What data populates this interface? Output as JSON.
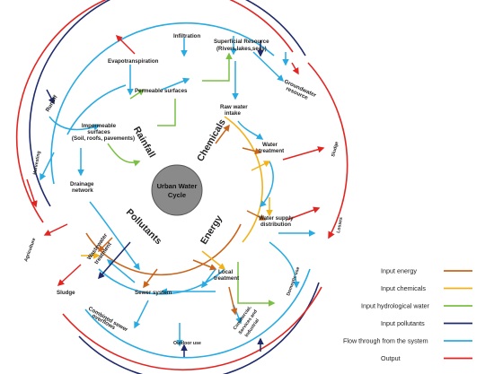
{
  "center": {
    "line1": "Urban Water",
    "line2": "Cycle"
  },
  "sectors": {
    "rainfall": "Rainfall",
    "chemicals": "Chemicals",
    "energy": "Energy",
    "pollutants": "Pollutants"
  },
  "nodes": {
    "infiltration": "Infiltration",
    "superficial_1": "Superficial Resource",
    "superficial_2": "(Rivers,lakes,seas)",
    "groundwater_1": "Groundwater",
    "groundwater_2": "resource",
    "evapotranspiration": "Evapotranspiration",
    "permeable": "Permeable surfaces",
    "runoff": "Runoff",
    "impermeable_1": "Impermeable",
    "impermeable_2": "surfaces",
    "impermeable_3": "(Soil, roofs, pavements)",
    "raw_water_1": "Raw water",
    "raw_water_2": "intake",
    "water_treatment_1": "Water",
    "water_treatment_2": "treatment",
    "sludge_right": "Sludge",
    "harvesting": "Harvesting",
    "drainage_1": "Drainage",
    "drainage_2": "network",
    "supply_1": "Water supply",
    "supply_2": "distribution",
    "losses": "Losses",
    "agriculture": "Agriculture",
    "wastewater_1": "Wastewater",
    "wastewater_2": "treatment",
    "local_1": "Local",
    "local_2": "treatment",
    "sludge_left": "Sludge",
    "sewer": "Sewer system",
    "domestic": "Domestic use",
    "combined_1": "Combined sewer",
    "combined_2": "overflows",
    "commercial_1": "Commercial,",
    "commercial_2": "Services and",
    "commercial_3": "Industrial",
    "outdoor": "Outdoor use"
  },
  "legend": [
    {
      "label": "Input energy",
      "color": "#c8651b"
    },
    {
      "label": "Input chemicals",
      "color": "#f2b21c"
    },
    {
      "label": "Input hydrological water",
      "color": "#7ac143"
    },
    {
      "label": "Input pollutants",
      "color": "#1f2a6b"
    },
    {
      "label": "Flow through from the system",
      "color": "#29abe2"
    },
    {
      "label": "Output",
      "color": "#e32522"
    }
  ]
}
